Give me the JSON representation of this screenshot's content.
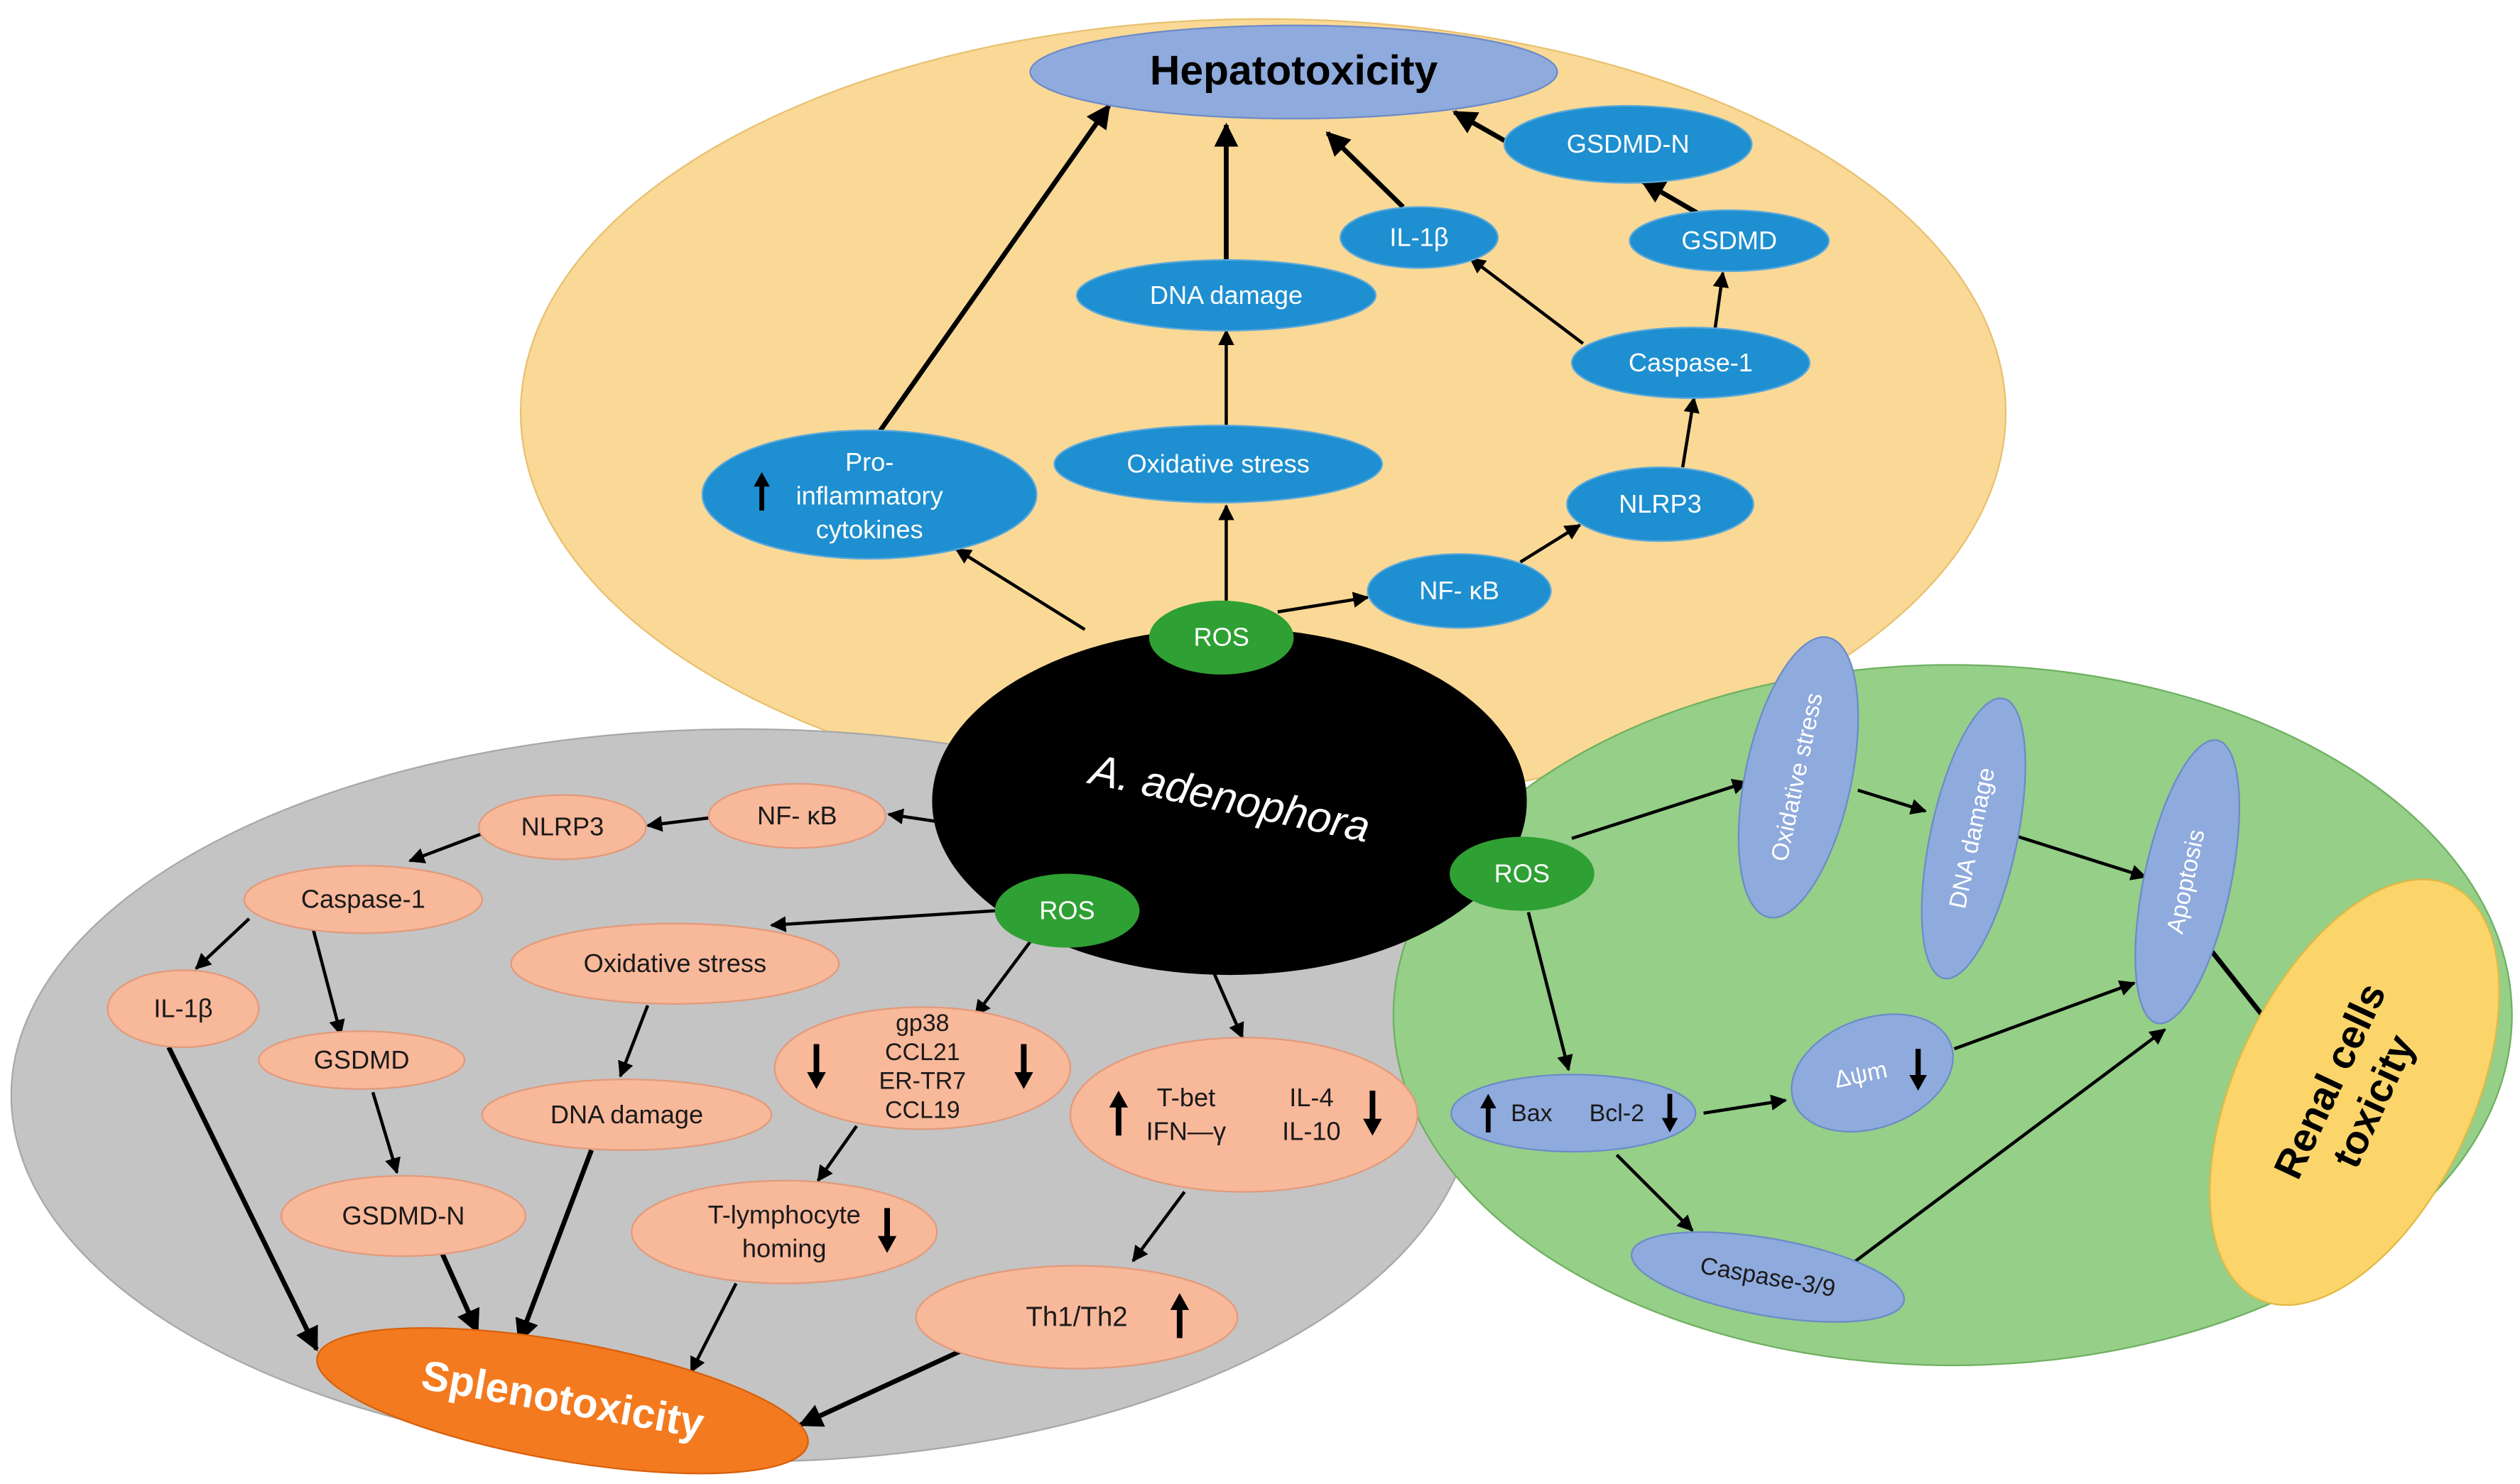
{
  "colors": {
    "liver_region": "#FAD996",
    "spleen_region": "#C4C4C4",
    "kidney_region": "#95CF88",
    "liver_node": "#1E8FD0",
    "hepatotoxicity_node": "#8FAADC",
    "spleen_node": "#F8B89A",
    "splenotoxicity_node": "#F47A1F",
    "kidney_node": "#8FAADC",
    "renal_toxicity_node": "#FBD56A",
    "ros_node": "#2FA033",
    "center_node": "#000000",
    "arrow": "#000000"
  },
  "center": {
    "label": "A. adenophora"
  },
  "liver": {
    "outcome": "Hepatotoxicity",
    "ros": "ROS",
    "pro_inflammatory": "Pro-\ninflammatory\ncytokines",
    "oxidative_stress": "Oxidative stress",
    "dna_damage": "DNA damage",
    "nf_kb": "NF- κB",
    "nlrp3": "NLRP3",
    "caspase1": "Caspase-1",
    "il1b": "IL-1β",
    "gsdmd": "GSDMD",
    "gsdmd_n": "GSDMD-N"
  },
  "spleen": {
    "outcome": "Splenotoxicity",
    "ros": "ROS",
    "nf_kb": "NF- κB",
    "nlrp3": "NLRP3",
    "caspase1": "Caspase-1",
    "il1b": "IL-1β",
    "gsdmd": "GSDMD",
    "gsdmd_n": "GSDMD-N",
    "oxidative_stress": "Oxidative stress",
    "dna_damage": "DNA damage",
    "chemokines": "gp38\nCCL21\nER-TR7\nCCL19",
    "t_homing": "T-lymphocyte\nhoming",
    "tbet_ifn": "T-bet\nIFN—γ",
    "il4_il10": "IL-4\nIL-10",
    "th1_th2": "Th1/Th2"
  },
  "kidney": {
    "outcome": "Renal cells\ntoxicity",
    "ros": "ROS",
    "oxidative_stress": "Oxidative stress",
    "dna_damage": "DNA damage",
    "apoptosis": "Apoptosis",
    "bax": "Bax",
    "bcl2": "Bcl-2",
    "delta_psi": "Δψm",
    "caspase39": "Caspase-3/9"
  }
}
